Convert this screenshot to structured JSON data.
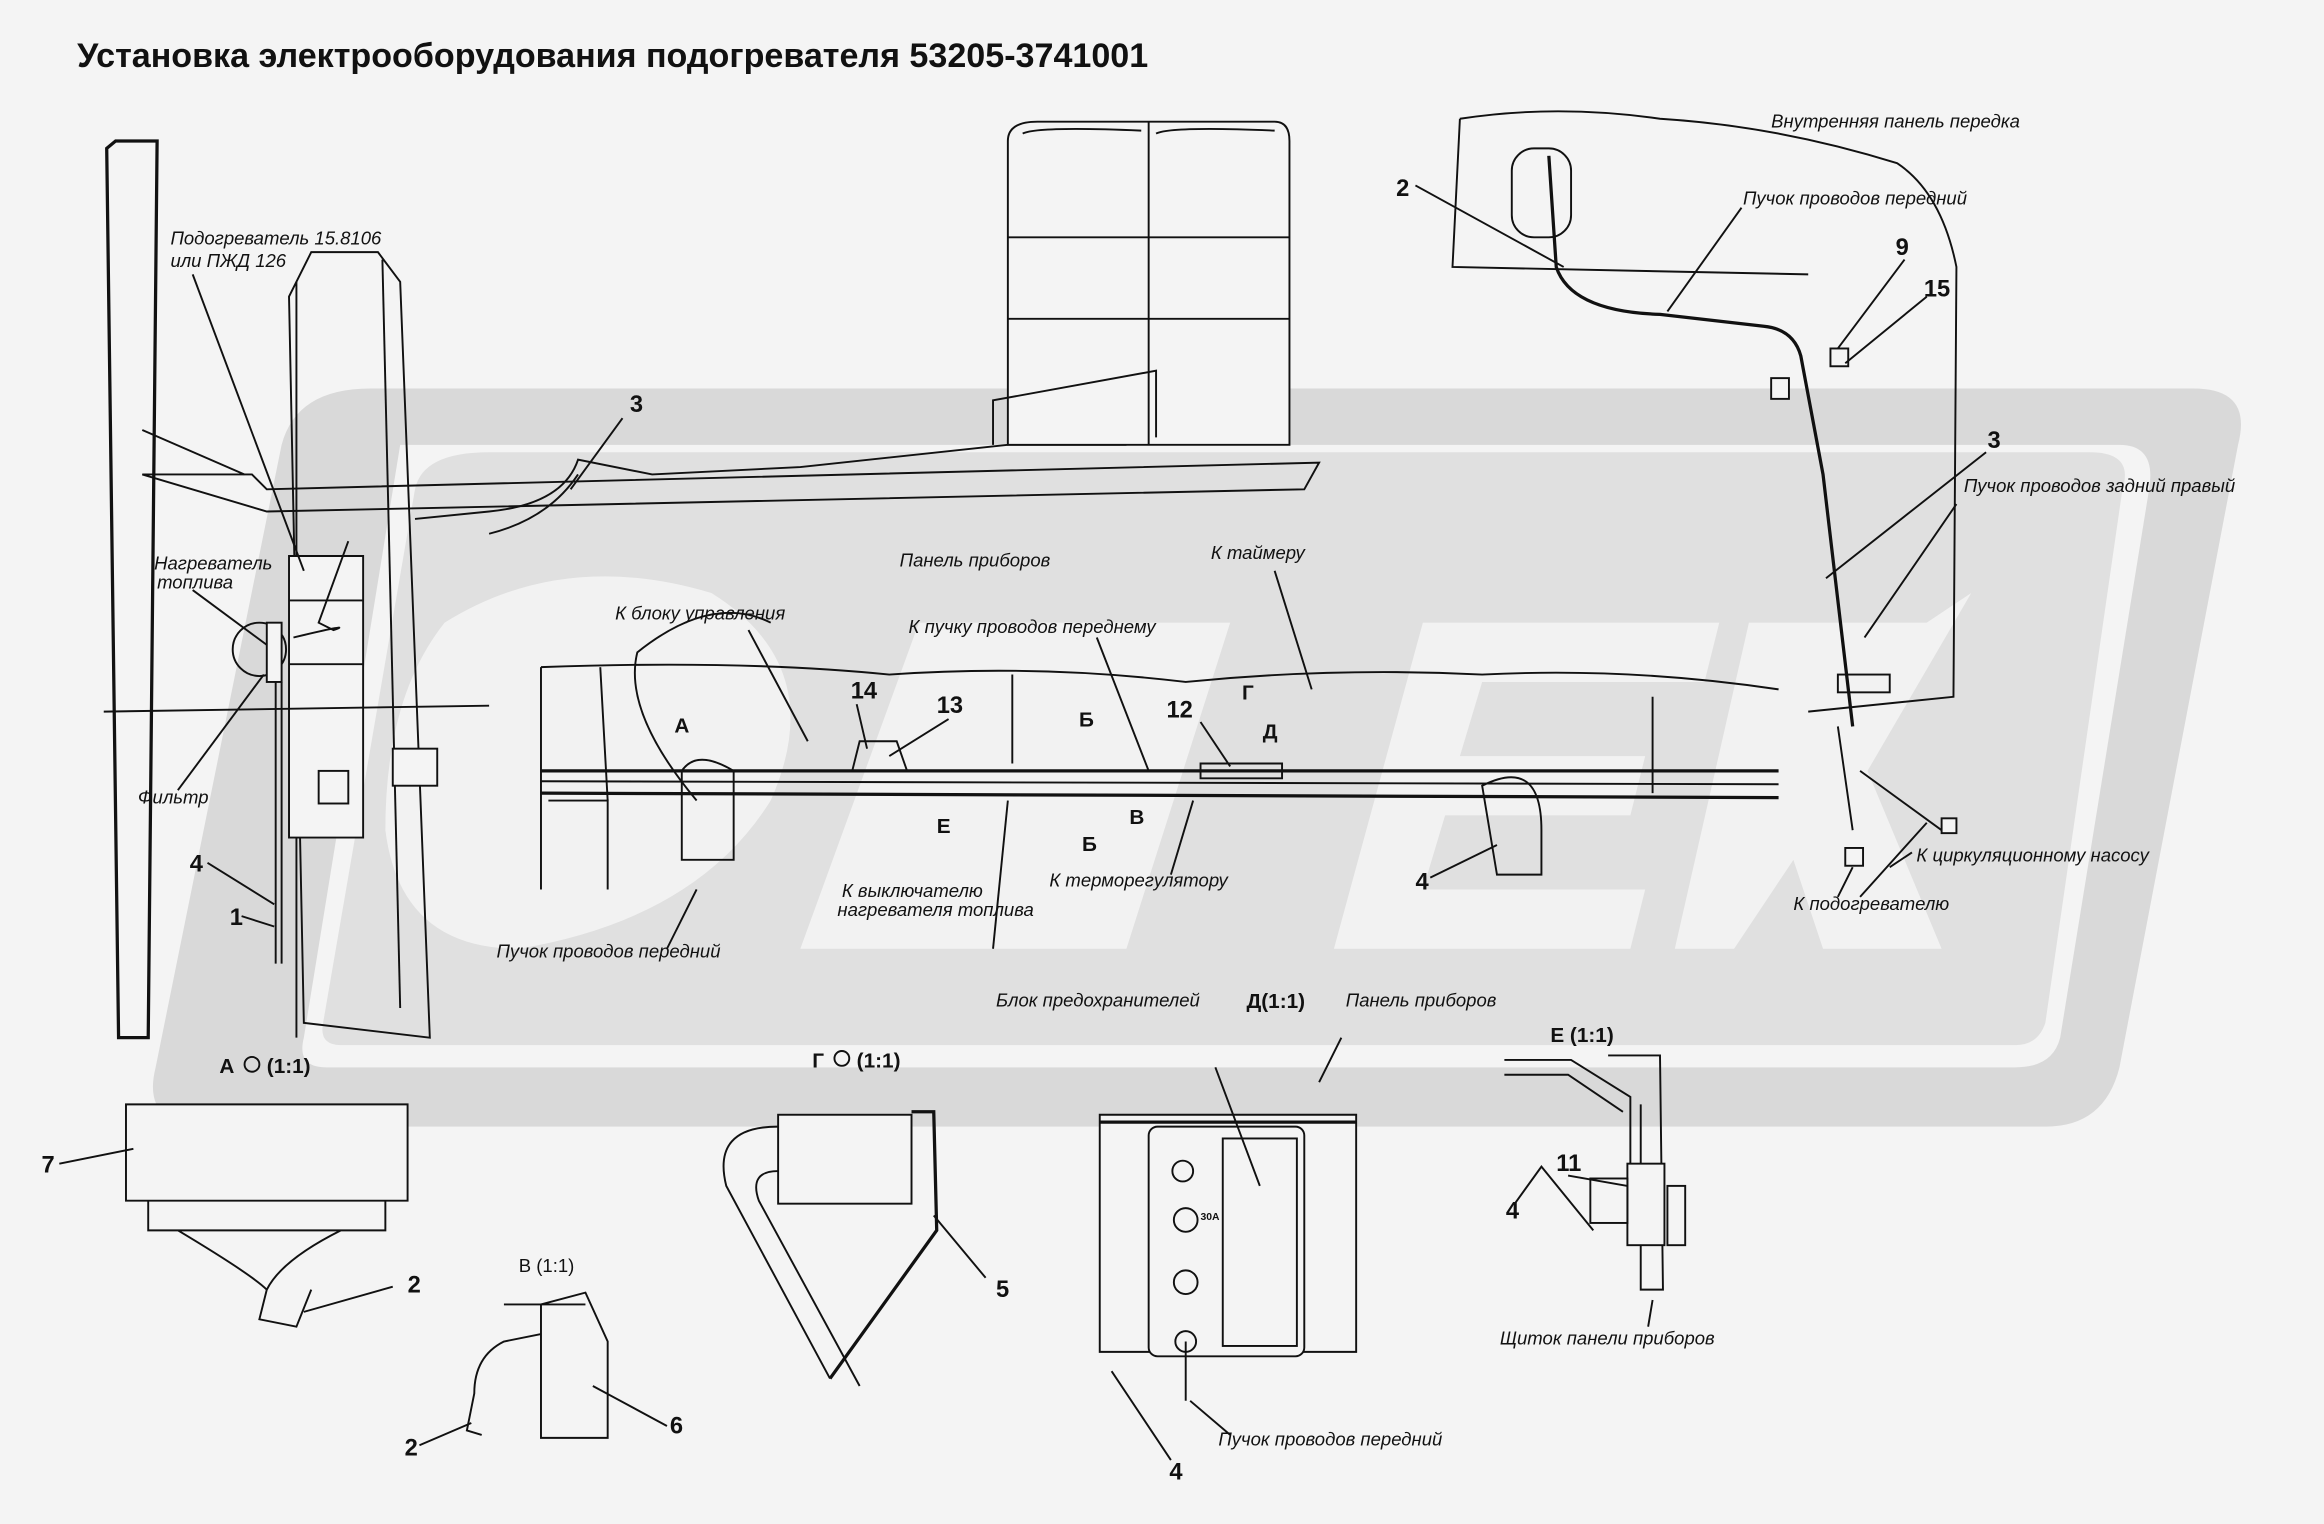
{
  "title": "Установка электрооборудования подогревателя 53205-3741001",
  "watermark": "ПЛЕХ",
  "main_view": {
    "heater_line1": "Подогреватель 15.8106",
    "heater_line2": "или ПЖД 126",
    "fuel_heater_line1": "Нагреватель",
    "fuel_heater_line2": "топлива",
    "filter": "Фильтр",
    "instrument_panel": "Панель приборов",
    "to_control_unit": "К блоку управления",
    "to_front_harness": "К пучку проводов переднему",
    "to_timer": "К таймеру",
    "to_switch_line1": "К выключателю",
    "to_switch_line2": "нагревателя топлива",
    "to_thermostat": "К терморегулятору",
    "front_harness": "Пучок проводов передний",
    "inner_front_panel": "Внутренняя панель передка",
    "front_harness_right": "Пучок проводов передний",
    "rear_right_harness": "Пучок проводов задний правый",
    "to_circ_pump": "К циркуляционному насосу",
    "to_heater": "К подогревателю",
    "callouts": {
      "c4a": "4",
      "c1": "1",
      "c3a": "3",
      "c14": "14",
      "c13": "13",
      "c12": "12",
      "c4b": "4",
      "c2": "2",
      "c9": "9",
      "c15": "15",
      "c3b": "3"
    },
    "section_marks": {
      "A": "А",
      "B1": "Б",
      "G": "Г",
      "D": "Д",
      "E": "Е",
      "B2": "Б",
      "V": "В"
    }
  },
  "details": {
    "A": {
      "title": "А",
      "scale": "(1:1)",
      "c7": "7",
      "c2": "2"
    },
    "G": {
      "title": "Г",
      "scale": "(1:1)",
      "c5": "5"
    },
    "V": {
      "title": "В (1:1)",
      "c2": "2",
      "c6": "6"
    },
    "D": {
      "title": "Д(1:1)",
      "fuse_block": "Блок предохранителей",
      "panel": "Панель приборов",
      "fuse_rating": "30А",
      "c4": "4",
      "front_harness": "Пучок проводов передний"
    },
    "E": {
      "title": "Е (1:1)",
      "c11": "11",
      "c4": "4",
      "dash_panel": "Щиток панели приборов"
    }
  }
}
